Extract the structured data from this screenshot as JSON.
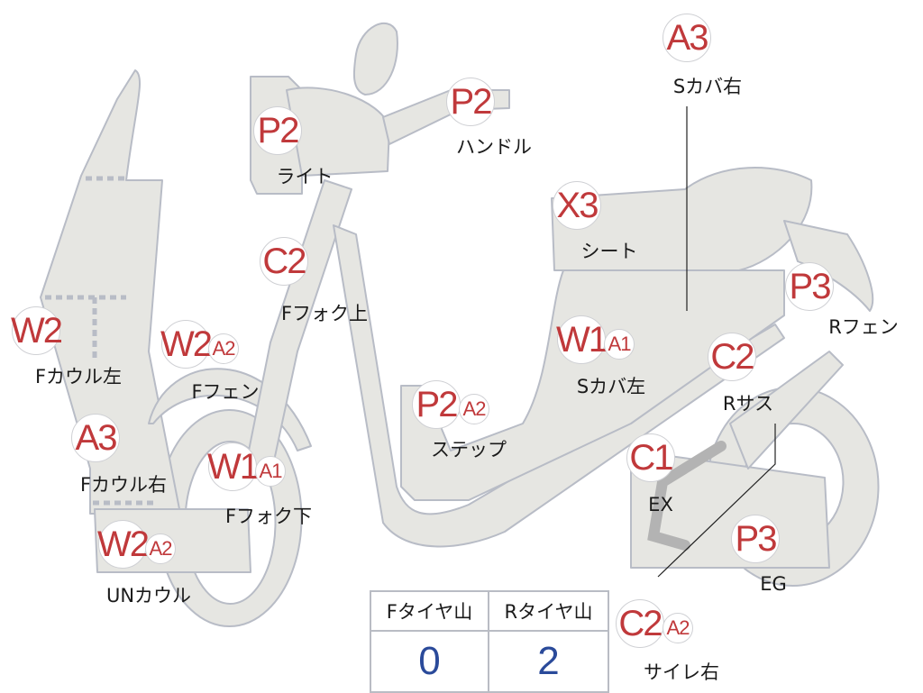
{
  "colors": {
    "body_fill": "#e6e6e2",
    "outline": "#b8bcc6",
    "grade_red": "#c0393b",
    "value_blue": "#2a4a9a"
  },
  "parts": [
    {
      "name": "light",
      "label": "ライト",
      "grade": "P2"
    },
    {
      "name": "handle",
      "label": "ハンドル",
      "grade": "P2"
    },
    {
      "name": "side-cover-right",
      "label": "Sカバ右",
      "grade": "A3"
    },
    {
      "name": "seat",
      "label": "シート",
      "grade": "X3"
    },
    {
      "name": "rear-fender",
      "label": "Rフェン",
      "grade": "P3"
    },
    {
      "name": "front-fork-upper",
      "label": "Fフォク上",
      "grade": "C2"
    },
    {
      "name": "front-cowl-left",
      "label": "Fカウル左",
      "grade": "W2"
    },
    {
      "name": "front-fender",
      "label": "Fフェン",
      "grade": "W2",
      "sub": "A2"
    },
    {
      "name": "side-cover-left",
      "label": "Sカバ左",
      "grade": "W1",
      "sub": "A1"
    },
    {
      "name": "rear-suspension",
      "label": "Rサス",
      "grade": "C2"
    },
    {
      "name": "step",
      "label": "ステップ",
      "grade": "P2",
      "sub": "A2"
    },
    {
      "name": "front-cowl-right",
      "label": "Fカウル右",
      "grade": "A3"
    },
    {
      "name": "front-fork-lower",
      "label": "Fフォク下",
      "grade": "W1",
      "sub": "A1"
    },
    {
      "name": "exhaust",
      "label": "EX",
      "grade": "C1"
    },
    {
      "name": "engine",
      "label": "EG",
      "grade": "P3"
    },
    {
      "name": "under-cowl",
      "label": "UNカウル",
      "grade": "W2",
      "sub": "A2"
    },
    {
      "name": "silencer-right",
      "label": "サイレ右",
      "grade": "C2",
      "sub": "A2"
    }
  ],
  "tire_table": {
    "headers": [
      "Fタイヤ山",
      "Rタイヤ山"
    ],
    "values": [
      "0",
      "2"
    ]
  }
}
